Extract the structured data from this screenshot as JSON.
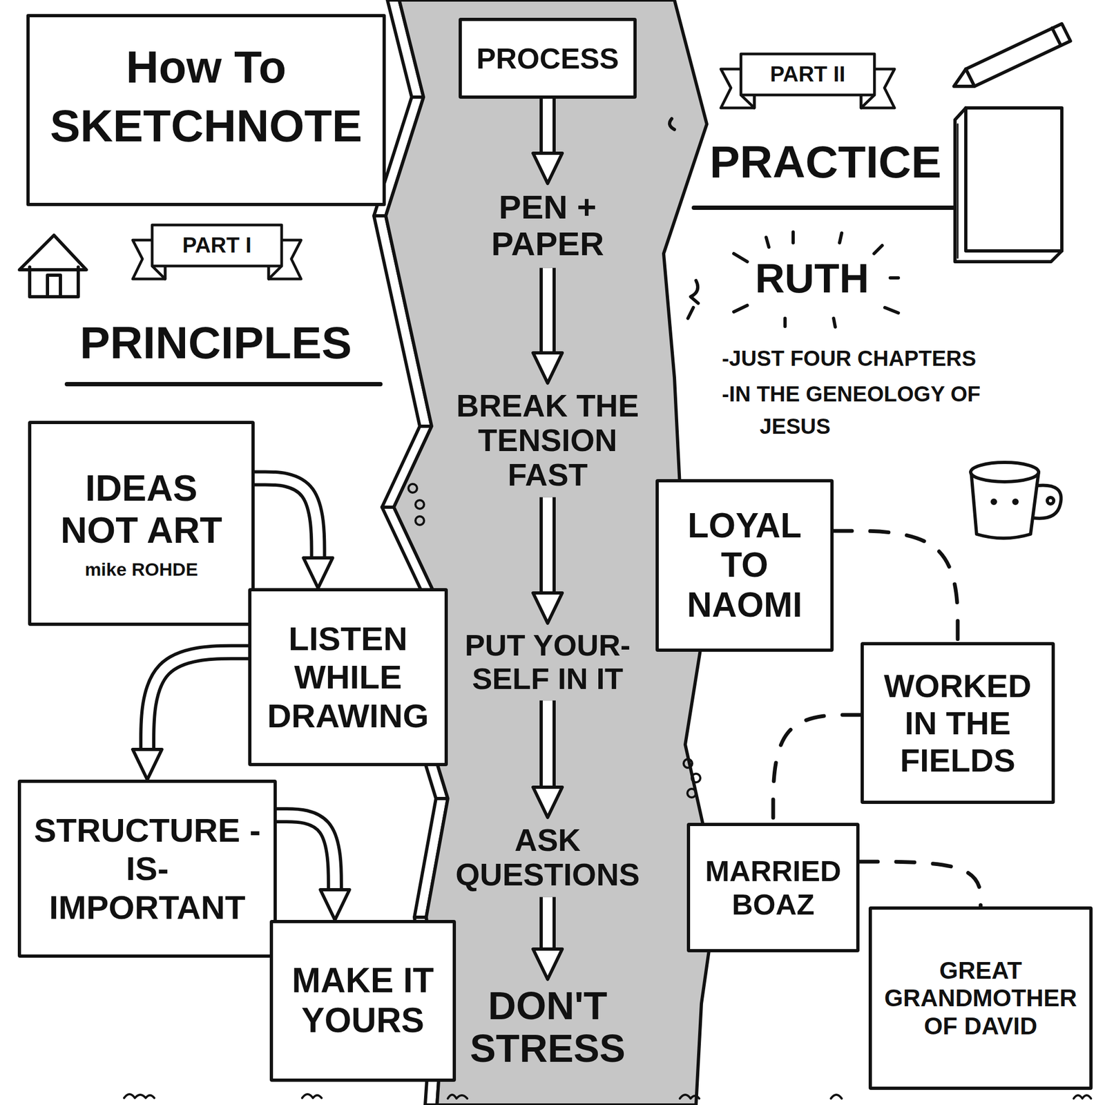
{
  "diagram": {
    "title": "How To SKETCHNOTE",
    "nodes": [
      {
        "text": [
          "PART I"
        ]
      },
      {
        "text": [
          "IDEAS NOT ART",
          "mike ROHDE"
        ]
      },
      {
        "text": [
          "LISTEN WHILE DRAWING"
        ]
      },
      {
        "text": [
          "STRUCTURE -IS- IMPORTANT"
        ]
      },
      {
        "text": [
          "MAKE IT YOURS"
        ]
      },
      {
        "text": [
          "PROCESS"
        ]
      },
      {
        "text": [
          "PEN + PAPER"
        ]
      },
      {
        "text": [
          "BREAK THE TENSION FAST"
        ]
      },
      {
        "text": [
          "PUT YOUR- SELF IN IT"
        ]
      },
      {
        "text": [
          "ASK QUESTIONS"
        ]
      },
      {
        "text": [
          "DON'T STRESS"
        ]
      },
      {
        "text": [
          "PART II"
        ]
      },
      {
        "text": [
          "LOYAL TO NAOMI"
        ]
      },
      {
        "text": [
          "WORKED IN THE FIELDS"
        ]
      },
      {
        "text": [
          "MARRIED BOAZ"
        ]
      },
      {
        "text": [
          "GREAT GRANDMOTHER OF DAVID"
        ]
      }
    ],
    "edges": [
      {
        "from": 1,
        "to": 2,
        "arrow": "to"
      },
      {
        "from": 2,
        "to": 3,
        "arrow": "to"
      },
      {
        "from": 3,
        "to": 4,
        "arrow": "to"
      },
      {
        "from": 5,
        "to": 6,
        "arrow": "to"
      },
      {
        "from": 6,
        "to": 7,
        "arrow": "to"
      },
      {
        "from": 7,
        "to": 8,
        "arrow": "to"
      },
      {
        "from": 8,
        "to": 9,
        "arrow": "to"
      },
      {
        "from": 9,
        "to": 10,
        "arrow": "to"
      },
      {
        "from": 12,
        "to": 13,
        "arrow": "none"
      },
      {
        "from": 13,
        "to": 14,
        "arrow": "none"
      },
      {
        "from": 14,
        "to": 15,
        "arrow": "none"
      }
    ],
    "labels": [
      "PRINCIPLES",
      "PRACTICE",
      "RUTH",
      "-JUST FOUR CHAPTERS",
      "-IN THE GENEOLOGY OF JESUS"
    ]
  }
}
